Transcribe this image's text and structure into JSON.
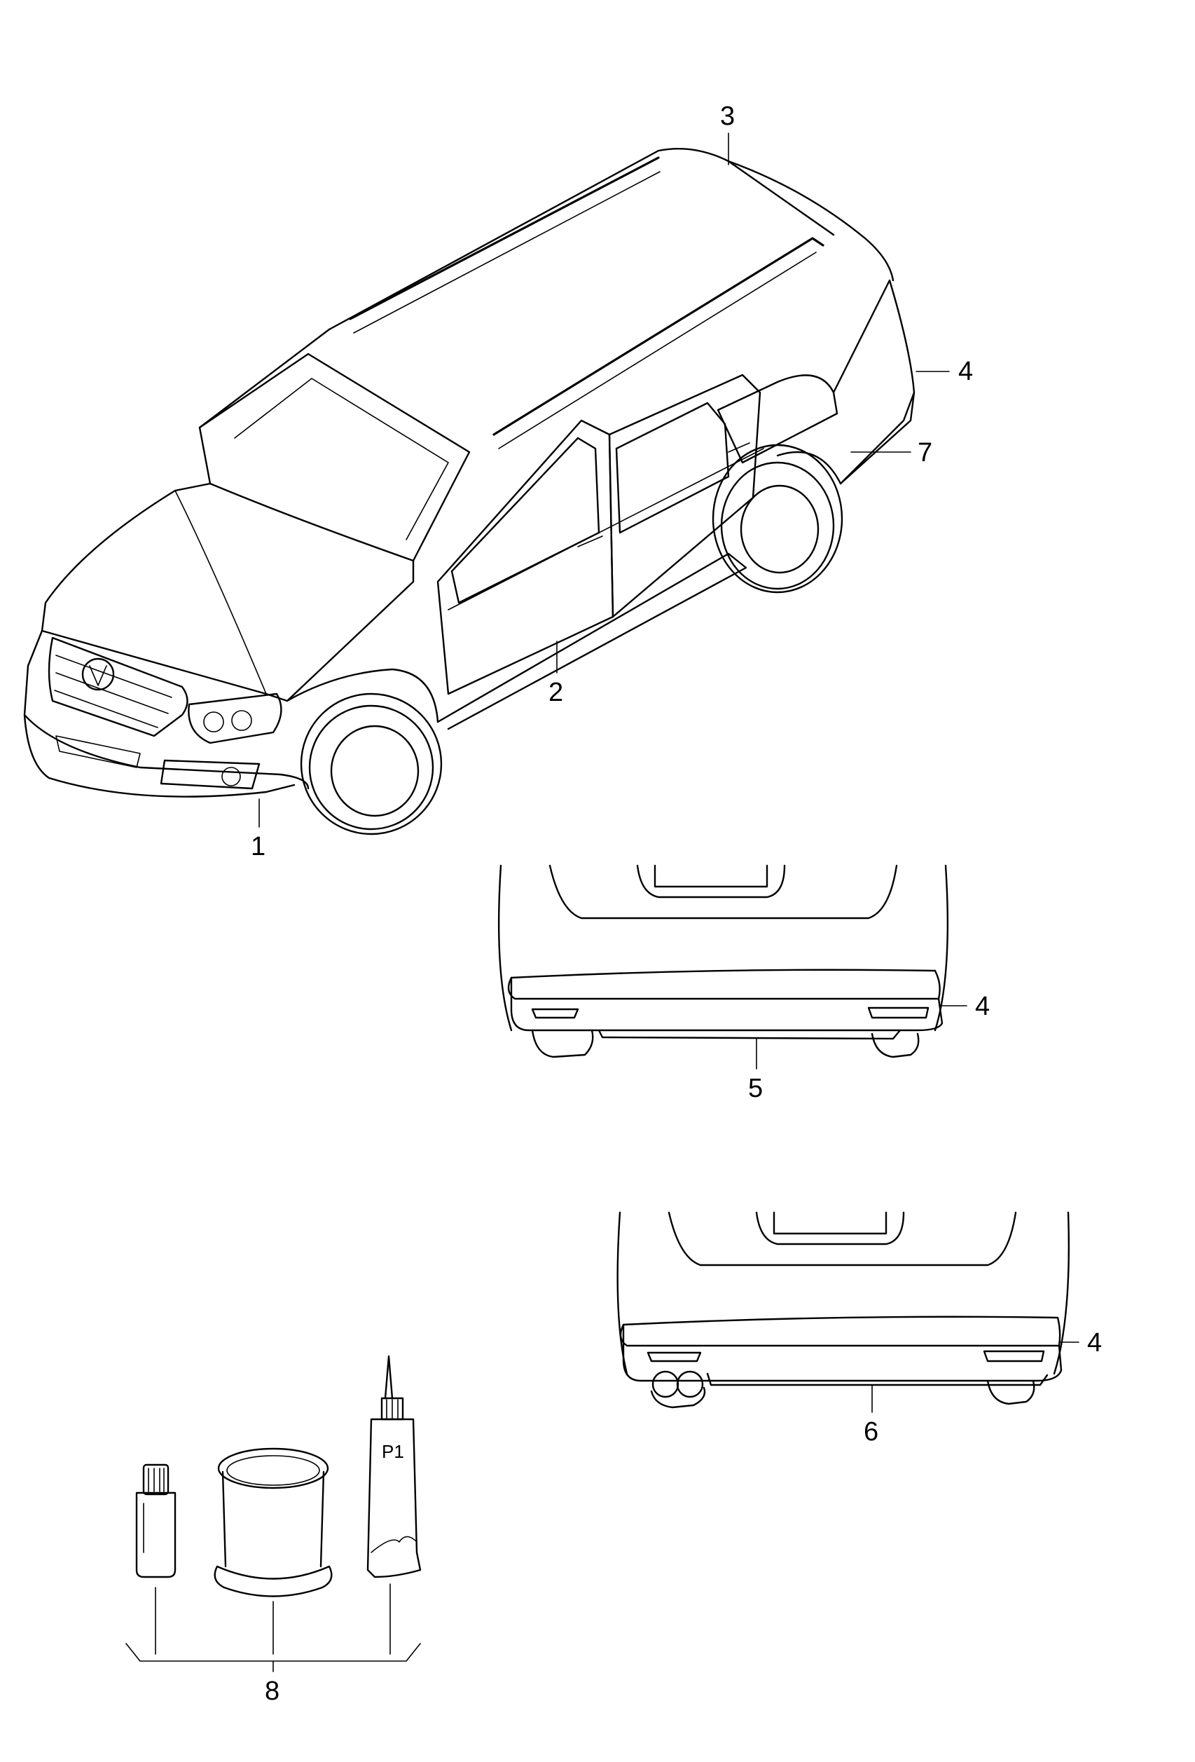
{
  "callouts": {
    "c1": "1",
    "c2": "2",
    "c3": "3",
    "c4a": "4",
    "c4b": "4",
    "c4c": "4",
    "c5": "5",
    "c6": "6",
    "c7": "7",
    "c8": "8"
  },
  "tube_label": "P1",
  "colors": {
    "line": "#000000",
    "background": "#ffffff"
  }
}
